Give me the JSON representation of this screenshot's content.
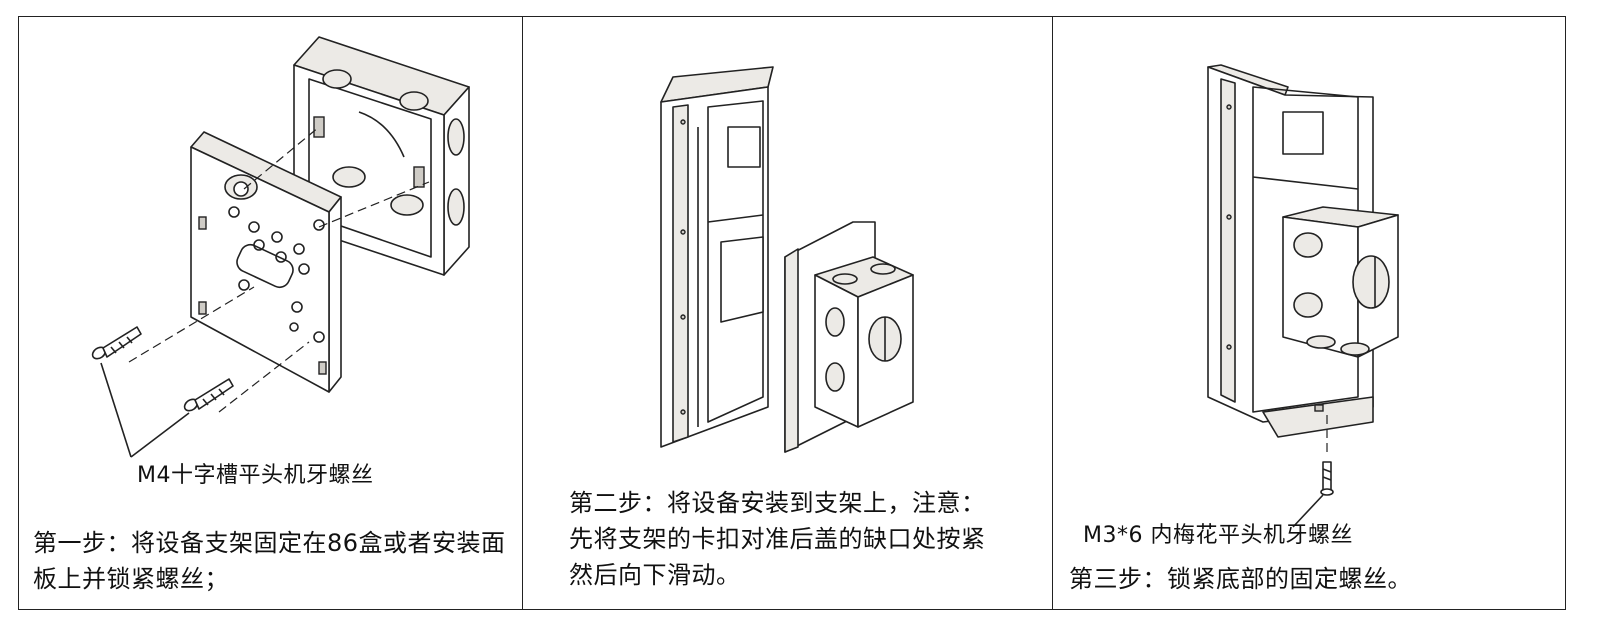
{
  "steps": [
    {
      "part_label": "M4十字槽平头机牙螺丝",
      "caption": "第一步：将设备支架固定在86盒或者安装面板上并锁紧螺丝；"
    },
    {
      "part_label": "",
      "caption": "第二步：将设备安装到支架上，注意：先将支架的卡扣对准后盖的缺口处按紧然后向下滑动。"
    },
    {
      "part_label": "M3*6 内梅花平头机牙螺丝",
      "caption": "第三步：锁紧底部的固定螺丝。"
    }
  ]
}
